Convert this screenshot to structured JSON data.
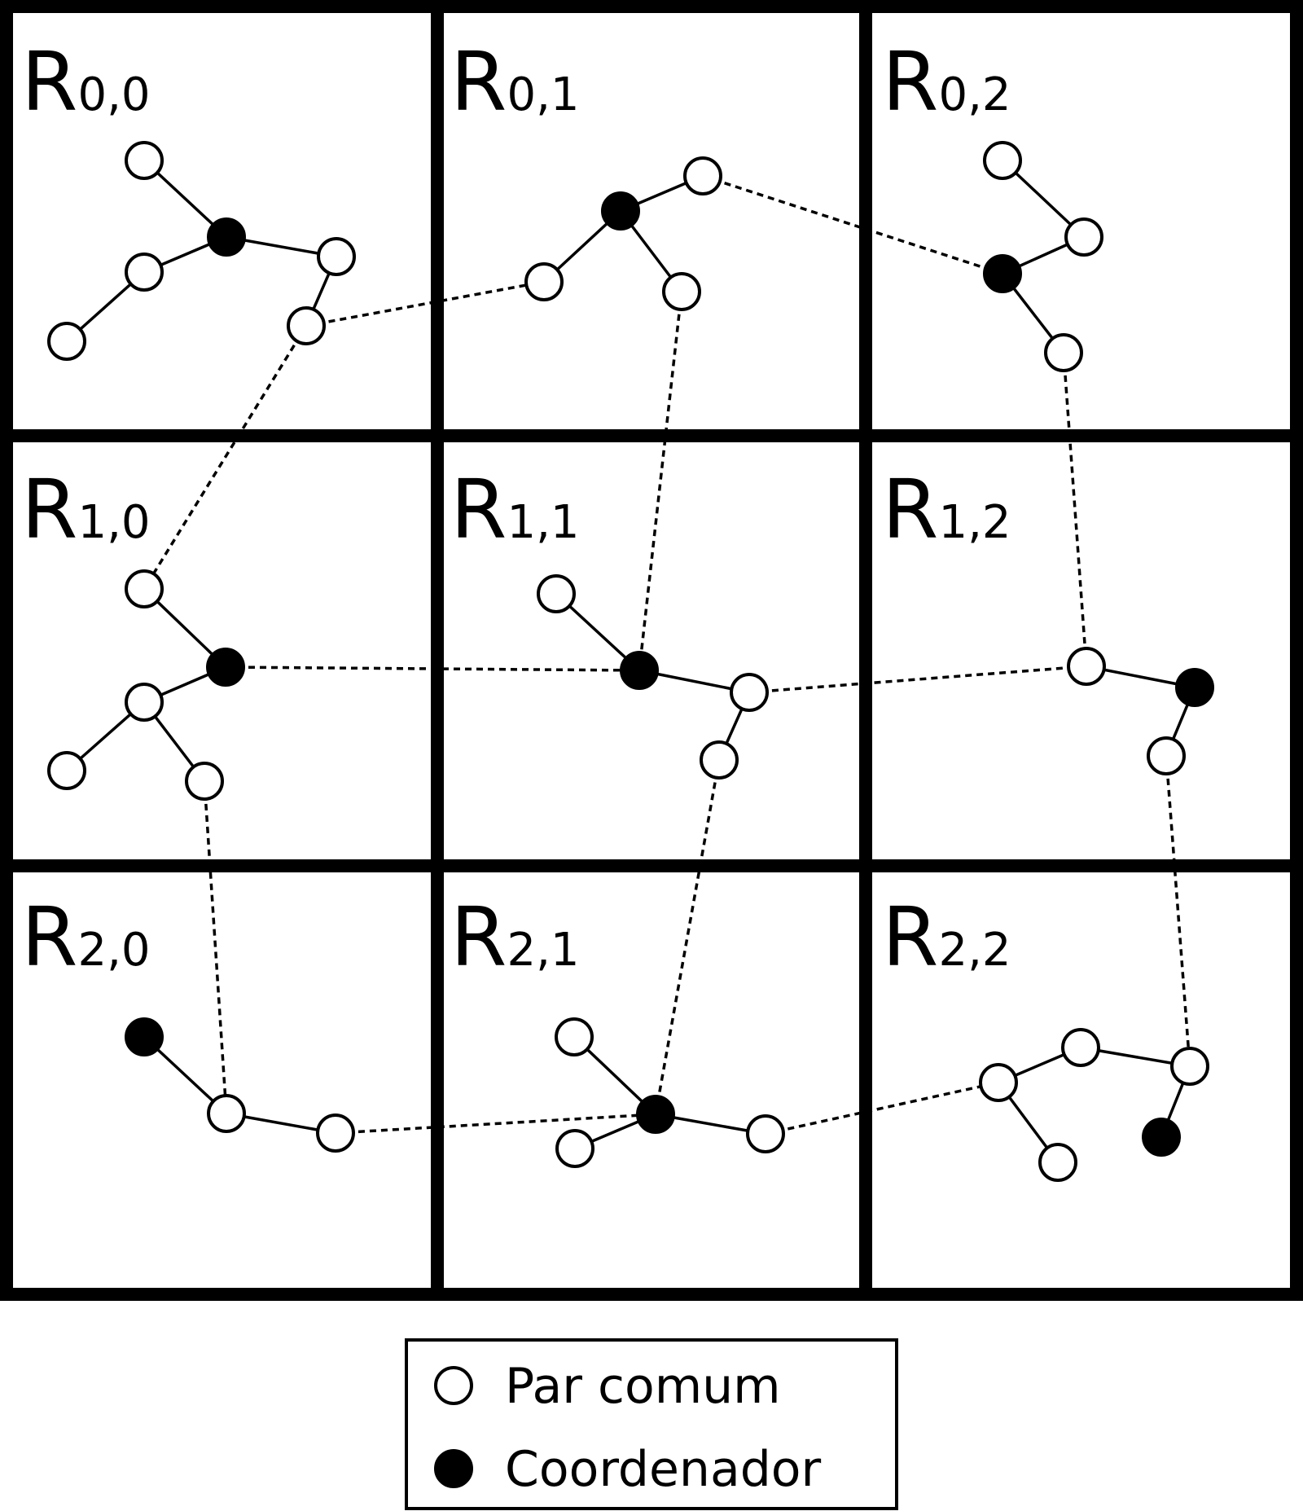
{
  "regions": [
    {
      "id": "0,0",
      "label": "R",
      "sub": "0,0"
    },
    {
      "id": "0,1",
      "label": "R",
      "sub": "0,1"
    },
    {
      "id": "0,2",
      "label": "R",
      "sub": "0,2"
    },
    {
      "id": "1,0",
      "label": "R",
      "sub": "1,0"
    },
    {
      "id": "1,1",
      "label": "R",
      "sub": "1,1"
    },
    {
      "id": "1,2",
      "label": "R",
      "sub": "1,2"
    },
    {
      "id": "2,0",
      "label": "R",
      "sub": "2,0"
    },
    {
      "id": "2,1",
      "label": "R",
      "sub": "2,1"
    },
    {
      "id": "2,2",
      "label": "R",
      "sub": "2,2"
    }
  ],
  "legend": {
    "peer_label": "Par comum",
    "coordinator_label": "Coordenador"
  },
  "colors": {
    "peer_fill": "#ffffff",
    "coordinator_fill": "#000000",
    "stroke": "#000000"
  }
}
